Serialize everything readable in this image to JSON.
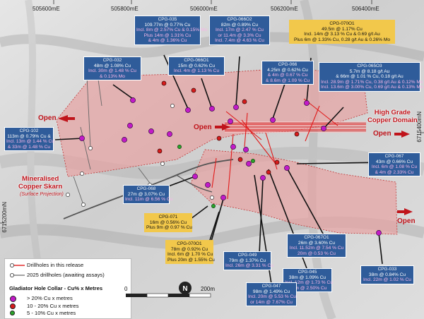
{
  "grid": {
    "eastings": [
      "505600mE",
      "505800mE",
      "506000mE",
      "506200mE",
      "506400mE"
    ],
    "northings": [
      "6715400mN",
      "6715200mN"
    ]
  },
  "open_labels": [
    "Open",
    "Open",
    "Open",
    "Open"
  ],
  "zones": {
    "high_grade": "High Grade\nCopper Domain",
    "skarn_title": "Mineralised\nCopper Skarn",
    "skarn_sub": "(Surface Projection)"
  },
  "callouts": [
    {
      "id": "CPG-035",
      "lines": [
        "109.77m @ 0.77% Cu",
        "Incl. 8m @ 2.57% Cu & 0.15% Mo",
        "Plus 14m @ 1.31% Cu",
        "& 4m @ 1.36% Cu"
      ],
      "color": "blue"
    },
    {
      "id": "CPG-066O2",
      "lines": [
        "82m @ 0.89% Cu",
        "Incl. 17m @ 2.47 % Cu",
        "or 11.4m @ 3.3% Cu",
        "Incl. 7.4m @ 4.63 % Cu"
      ],
      "color": "blue"
    },
    {
      "id": "CPG-070O1",
      "lines": [
        "49.5m @ 1.17% Cu",
        "Incl. 14m @ 3.13 % Cu & 0.69 g/t Au",
        "Plus 6m @ 1.33% Cu, 0.28 g/t Au & 0.26% Mo"
      ],
      "color": "gold"
    },
    {
      "id": "CPG-032",
      "lines": [
        "48m @ 1.08% Cu",
        "Incl. 30m @ 1.48 % Cu",
        "& 0.13% Mo"
      ],
      "color": "blue"
    },
    {
      "id": "CPG-066O1",
      "lines": [
        "15m @ 0.62% Cu",
        "Incl. 4m @ 1.13 % Cu"
      ],
      "color": "blue"
    },
    {
      "id": "CPG-066",
      "lines": [
        "4.25m @ 0.62% Cu",
        "& 4m @ 0.67 % Cu",
        "& 8.6m @ 1.09 % Cu"
      ],
      "color": "blue"
    },
    {
      "id": "CPG-065O3",
      "lines": [
        "5.7m @ 8.18 g/t Au",
        "& 66m @ 1.01 % Cu, 0.18 g/t Au",
        "Incl. 28.9m @ 1.71% Cu, 0.38 g/t Au & 0.12% Mo",
        "Incl. 13.6m @ 3.00% Cu, 0.69 g/t Au & 0.13% Mo"
      ],
      "color": "blue"
    },
    {
      "id": "CPG-102",
      "lines": [
        "113m @ 0.79% Cu &",
        "Incl. 13m @ 1.44 % Cu",
        "& 33m @ 1.48 % Cu"
      ],
      "color": "blue"
    },
    {
      "id": "CPG-067",
      "lines": [
        "43m @ 0.66% Cu",
        "Incl. 6m @ 1.08 % Cu",
        "& 4m @ 2.33% Cu"
      ],
      "color": "blue"
    },
    {
      "id": "CPG-068",
      "lines": [
        "27m @ 3.07% Cu",
        "Incl. 11m @ 6.56 % Cu"
      ],
      "color": "blue"
    },
    {
      "id": "CPG-071",
      "lines": [
        "16m @ 0.56% Cu",
        "Plus 9m @ 0.97 % Cu"
      ],
      "color": "gold"
    },
    {
      "id": "CPG-070O1",
      "lines": [
        "78m @ 0.92% Cu",
        "Incl. 6m @ 1.70 % Cu",
        "Plus 20m @ 1.55% Cu"
      ],
      "color": "gold"
    },
    {
      "id": "CPG-067O1",
      "lines": [
        "26m @ 3.60% Cu",
        "Incl. 11.52m @ 7.54 % Cu",
        "20m @ 0.53 % Cu"
      ],
      "color": "blue"
    },
    {
      "id": "CPG-049",
      "lines": [
        "79m @ 1.37% Cu",
        "Incl. 26m @ 3.31 % Cu"
      ],
      "color": "blue"
    },
    {
      "id": "CPG-045",
      "lines": [
        "38m @ 1.09% Cu",
        "Incl. 12m @ 1.73 % Cu",
        "& 4m @ 2.50% Cu"
      ],
      "color": "blue"
    },
    {
      "id": "CPG-033",
      "lines": [
        "38m @ 0.84% Cu",
        "Incl. 22m @ 1.02 % Cu"
      ],
      "color": "blue"
    },
    {
      "id": "CPG-047",
      "lines": [
        "98m @ 1.49% Cu",
        "Incl. 20m @ 5.53 % Cu",
        "or 14m @ 7.67% Cu"
      ],
      "color": "blue"
    }
  ],
  "legend": {
    "drill_release": "Drillholes in this release",
    "drill_2025": "2025 drillholes (awaiting assays)",
    "title": "Gladiator Hole Collar - Cu% x Metres",
    "gt20": "> 20% Cu x metres",
    "r10_20": "10 - 20% Cu x metres",
    "r5_10": "5 - 10% Cu x metres"
  },
  "scale": {
    "zero": "0",
    "end": "200m",
    "north": "N"
  },
  "colors": {
    "blue_box": "#2f5c9a",
    "gold_box": "#f2c84b",
    "open_red": "#c0141b",
    "zone_fill": "#e8a8a8",
    "magenta": "#c21ac8",
    "red": "#d61b1b",
    "green": "#2aa52a"
  }
}
